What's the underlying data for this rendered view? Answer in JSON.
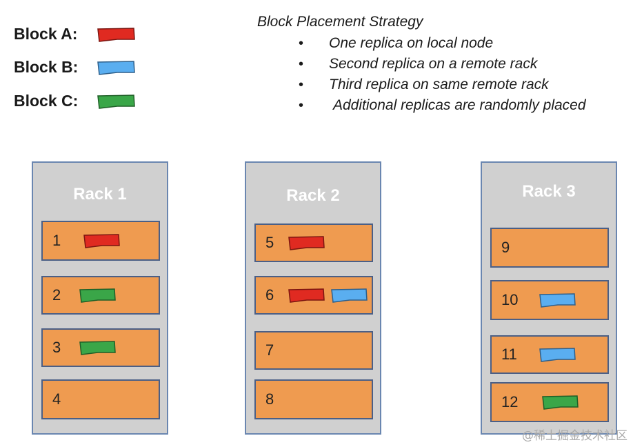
{
  "legend": [
    {
      "label": "Block A:",
      "color": "#e02a21"
    },
    {
      "label": "Block B:",
      "color": "#5aaef0"
    },
    {
      "label": "Block C:",
      "color": "#3aa648"
    }
  ],
  "strategy": {
    "title": "Block Placement Strategy",
    "items": [
      "One replica on local node",
      "Second replica on a remote rack",
      "Third replica on same remote rack",
      "Additional replicas are randomly placed"
    ]
  },
  "racks": [
    {
      "title": "Rack 1",
      "nodes": [
        {
          "num": "1",
          "blocks": [
            "A"
          ]
        },
        {
          "num": "2",
          "blocks": [
            "C"
          ]
        },
        {
          "num": "3",
          "blocks": [
            "C"
          ]
        },
        {
          "num": "4",
          "blocks": []
        }
      ]
    },
    {
      "title": "Rack 2",
      "nodes": [
        {
          "num": "5",
          "blocks": [
            "A"
          ]
        },
        {
          "num": "6",
          "blocks": [
            "A",
            "B"
          ]
        },
        {
          "num": "7",
          "blocks": []
        },
        {
          "num": "8",
          "blocks": []
        }
      ]
    },
    {
      "title": "Rack 3",
      "nodes": [
        {
          "num": "9",
          "blocks": []
        },
        {
          "num": "10",
          "blocks": [
            "B"
          ]
        },
        {
          "num": "11",
          "blocks": [
            "B"
          ]
        },
        {
          "num": "12",
          "blocks": [
            "C"
          ]
        }
      ]
    }
  ],
  "block_colors": {
    "A": "#e02a21",
    "B": "#5aaef0",
    "C": "#3aa648"
  },
  "watermark": "@稀土掘金技术社区"
}
